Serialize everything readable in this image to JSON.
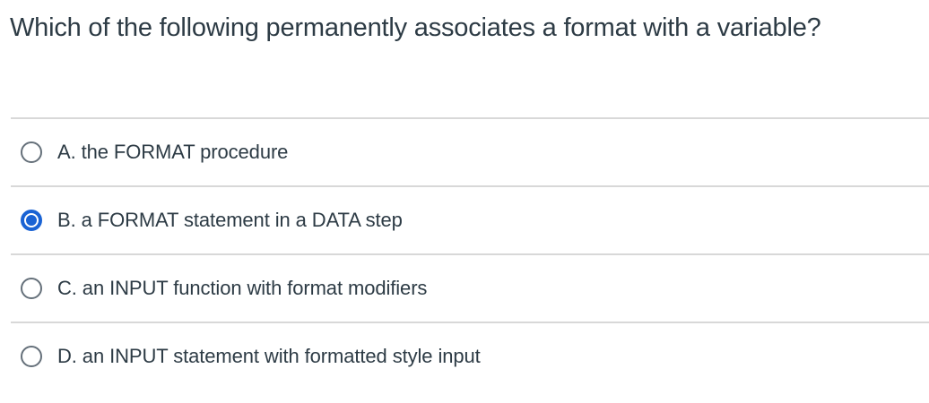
{
  "question": {
    "text": "Which of the following permanently associates a format with a variable?"
  },
  "options": [
    {
      "label": "A. the FORMAT procedure",
      "selected": false
    },
    {
      "label": "B. a FORMAT statement in a DATA step",
      "selected": true
    },
    {
      "label": "C. an INPUT function with format modifiers",
      "selected": false
    },
    {
      "label": "D. an INPUT statement with formatted style input",
      "selected": false
    }
  ],
  "colors": {
    "text": "#2d3b45",
    "divider": "#d8d8d8",
    "radio_border": "#65707a",
    "accent": "#1a63d4",
    "background": "#ffffff"
  }
}
